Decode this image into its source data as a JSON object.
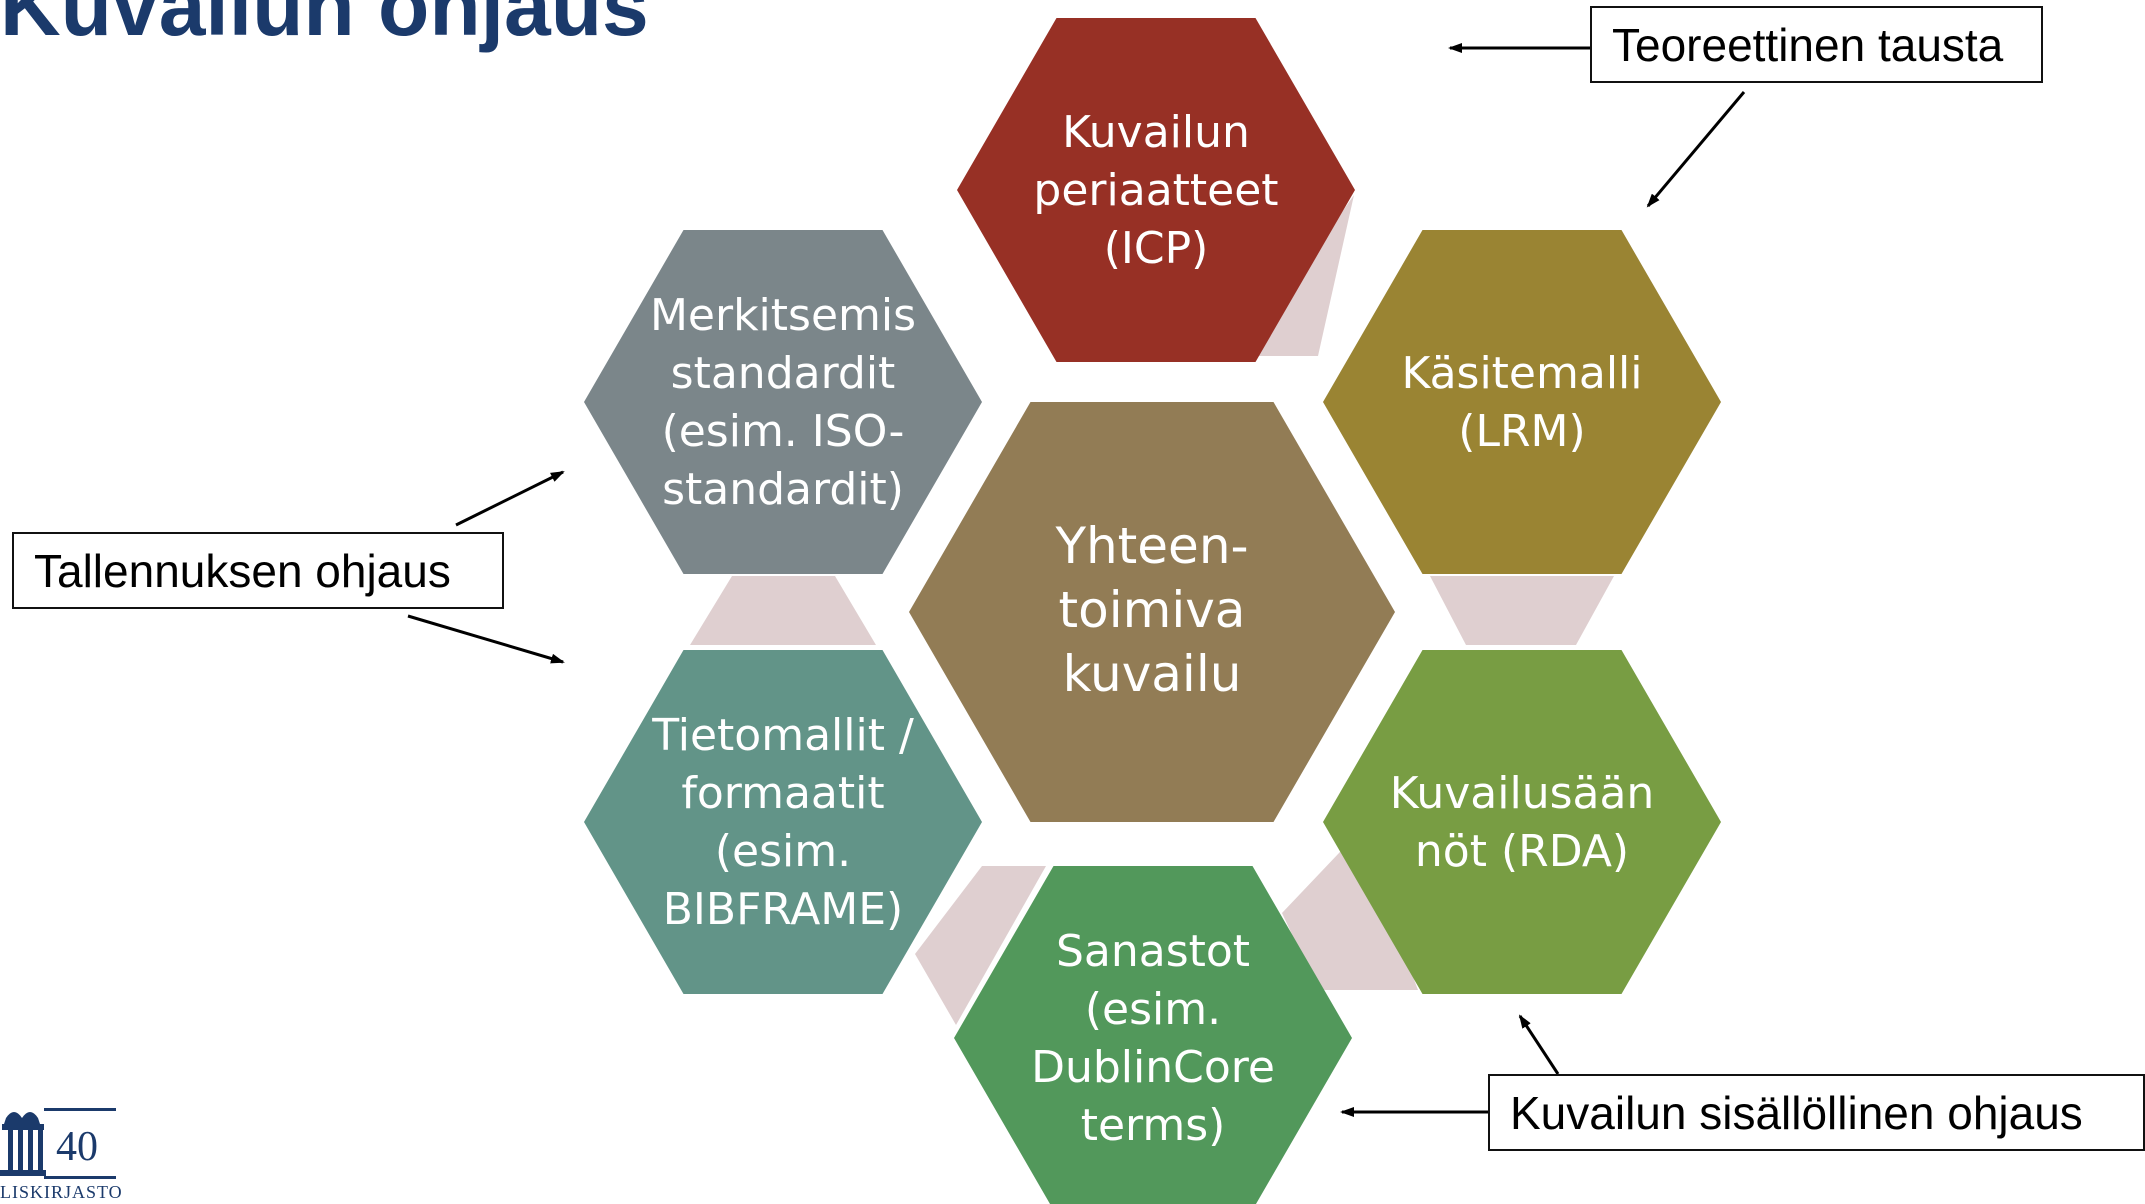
{
  "title": "Kuvailun ohjaus",
  "center": {
    "lines": [
      "Yhteen-",
      "toimiva",
      "kuvailu"
    ],
    "color": "#927c55"
  },
  "hexagons": [
    {
      "id": "icp",
      "lines": [
        "Kuvailun",
        "periaatteet",
        "(ICP)"
      ],
      "color": "#973025"
    },
    {
      "id": "lrm",
      "lines": [
        "Käsitemalli",
        "(LRM)"
      ],
      "color": "#9a8433"
    },
    {
      "id": "rda",
      "lines": [
        "Kuvailusään",
        "nöt (RDA)"
      ],
      "color": "#789d43"
    },
    {
      "id": "dc",
      "lines": [
        "Sanastot",
        "(esim.",
        "DublinCore",
        "terms)"
      ],
      "color": "#52985b"
    },
    {
      "id": "bibframe",
      "lines": [
        "Tietomallit /",
        "formaatit",
        "(esim.",
        "BIBFRAME)"
      ],
      "color": "#629488"
    },
    {
      "id": "iso",
      "lines": [
        "Merkitsemis",
        "standardit",
        "(esim. ISO-",
        "standardit)"
      ],
      "color": "#7b868a"
    }
  ],
  "connector_color": "#dfcfd0",
  "callouts": {
    "theory": "Teoreettinen tausta",
    "recording": "Tallennuksen ohjaus",
    "content": "Kuvailun sisällöllinen ohjaus"
  },
  "logo": {
    "number": "40",
    "text": "LISKIRJASTO"
  }
}
